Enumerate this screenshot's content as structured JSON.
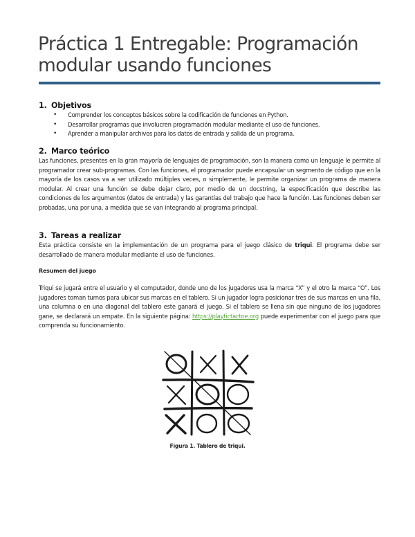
{
  "document": {
    "title_line1": "Práctica 1 Entregable: Programación",
    "title_line2": "modular usando funciones",
    "accent_color": "#2e5f86",
    "link_color": "#57a63a"
  },
  "sections": [
    {
      "number": "1.",
      "heading": "Objetivos",
      "bullets": [
        "Comprender los conceptos básicos sobre la codificación de funciones en Python.",
        "Desarrollar programas que involucren programación modular mediante el uso de funciones.",
        "Aprender a manipular archivos para los datos de entrada y salida de un programa."
      ]
    },
    {
      "number": "2.",
      "heading": "Marco teórico",
      "paragraph": "Las funciones, presentes en la gran mayoría de lenguajes de programación, son la manera como un lenguaje le permite al programador crear sub-programas. Con las funciones, el programador puede encapsular un segmento de código que en la mayoría de los casos va a ser utilizado múltiples veces, o simplemente, le permite organizar un programa de manera modular. Al crear una función se debe dejar claro, por medio de un docstring, la especificación que describe las condiciones de los argumentos (datos de entrada) y las garantías del trabajo que hace la función. Las funciones deben ser probadas, una por una, a medida que se van integrando al programa principal."
    },
    {
      "number": "3.",
      "heading": "Tareas a realizar",
      "intro_before_bold": "Esta práctica consiste en la implementación de un programa para el juego clásico de ",
      "intro_bold": "triqui",
      "intro_after_bold": ". El programa debe ser desarrollado de manera modular mediante el uso de funciones.",
      "subheading": "Resumen del juego",
      "summary_before_link": "Triqui se jugará entre el usuario y el computador, donde uno de los jugadores usa la marca “X” y el otro la marca “O”. Los jugadores toman turnos para ubicar sus marcas en el tablero. Si un jugador logra posicionar tres de sus marcas en una fila, una columna o en una diagonal del tablero este ganará el juego. Si el tablero se llena sin que ninguno de los jugadores gane, se declarará un empate. En la siguiente página: ",
      "summary_link": "https://playtictactoe.org",
      "summary_after_link": " puede experimentar con el juego para que comprenda su funcionamiento."
    }
  ],
  "figure": {
    "caption": "Figura 1. Tablero de triqui.",
    "board": [
      [
        "O",
        "X",
        "X"
      ],
      [
        "X",
        "O",
        "O"
      ],
      [
        "X",
        "O",
        "O"
      ]
    ],
    "winning_line": "diagonal"
  }
}
